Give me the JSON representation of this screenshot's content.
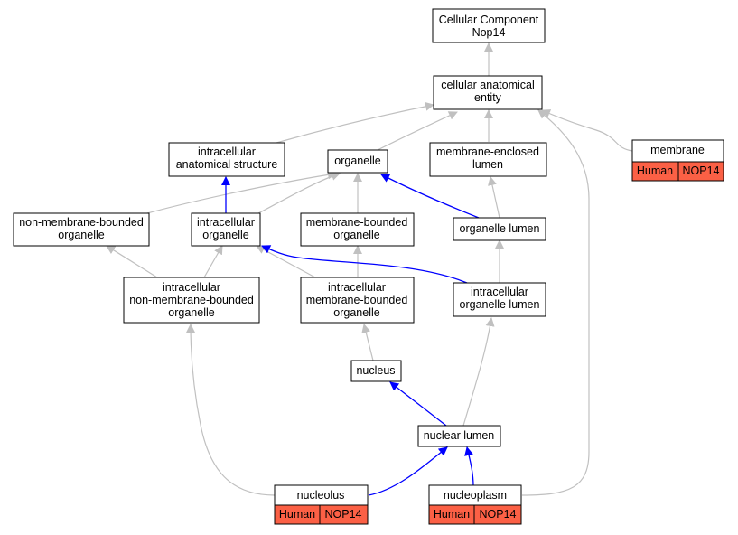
{
  "colors": {
    "is_a_edge": "#c0c0c0",
    "part_of_edge": "#0000ff",
    "annotation_tag": "#fb6045",
    "node_border": "#000000"
  },
  "nodes": {
    "root": [
      "Cellular Component",
      "Nop14"
    ],
    "cellular_anatomical_entity": [
      "cellular anatomical",
      "entity"
    ],
    "intracellular_anatomical_structure": [
      "intracellular",
      "anatomical structure"
    ],
    "organelle": [
      "organelle"
    ],
    "membrane_enclosed_lumen": [
      "membrane-enclosed",
      "lumen"
    ],
    "membrane": [
      "membrane"
    ],
    "non_membrane_bounded_organelle": [
      "non-membrane-bounded",
      "organelle"
    ],
    "intracellular_organelle": [
      "intracellular",
      "organelle"
    ],
    "membrane_bounded_organelle": [
      "membrane-bounded",
      "organelle"
    ],
    "organelle_lumen": [
      "organelle lumen"
    ],
    "intracellular_non_membrane_bounded_organelle": [
      "intracellular",
      "non-membrane-bounded",
      "organelle"
    ],
    "intracellular_membrane_bounded_organelle": [
      "intracellular",
      "membrane-bounded",
      "organelle"
    ],
    "intracellular_organelle_lumen": [
      "intracellular",
      "organelle lumen"
    ],
    "nucleus": [
      "nucleus"
    ],
    "nuclear_lumen": [
      "nuclear lumen"
    ],
    "nucleolus": [
      "nucleolus"
    ],
    "nucleoplasm": [
      "nucleoplasm"
    ]
  },
  "annotations": {
    "membrane": [
      "Human",
      "NOP14"
    ],
    "nucleolus": [
      "Human",
      "NOP14"
    ],
    "nucleoplasm": [
      "Human",
      "NOP14"
    ]
  }
}
